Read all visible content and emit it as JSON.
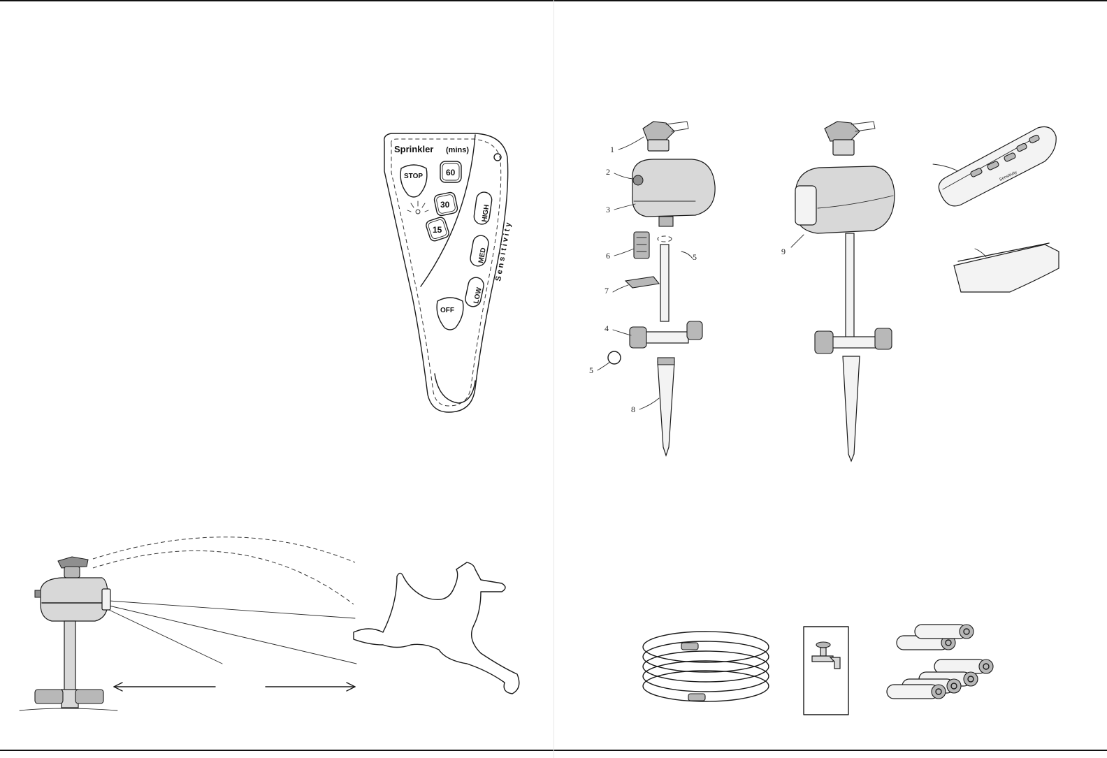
{
  "remote": {
    "header_left": "Sprinkler",
    "header_right": "(mins)",
    "buttons": {
      "stop": "STOP",
      "min60": "60",
      "min30": "30",
      "min15": "15",
      "high": "HIGH",
      "med": "MED",
      "low": "LOW",
      "off": "OFF"
    },
    "sensitivity_label": "Sensitivity"
  },
  "parts_callouts": [
    "1",
    "2",
    "3",
    "6",
    "5",
    "7",
    "4",
    "5",
    "8",
    "9"
  ],
  "accessories_remote_label": "Sensitivity",
  "colors": {
    "ink": "#1a1a1a",
    "light_gray": "#f3f3f3",
    "mid_gray": "#b8b8b8",
    "dark_gray": "#8f8f8f"
  }
}
